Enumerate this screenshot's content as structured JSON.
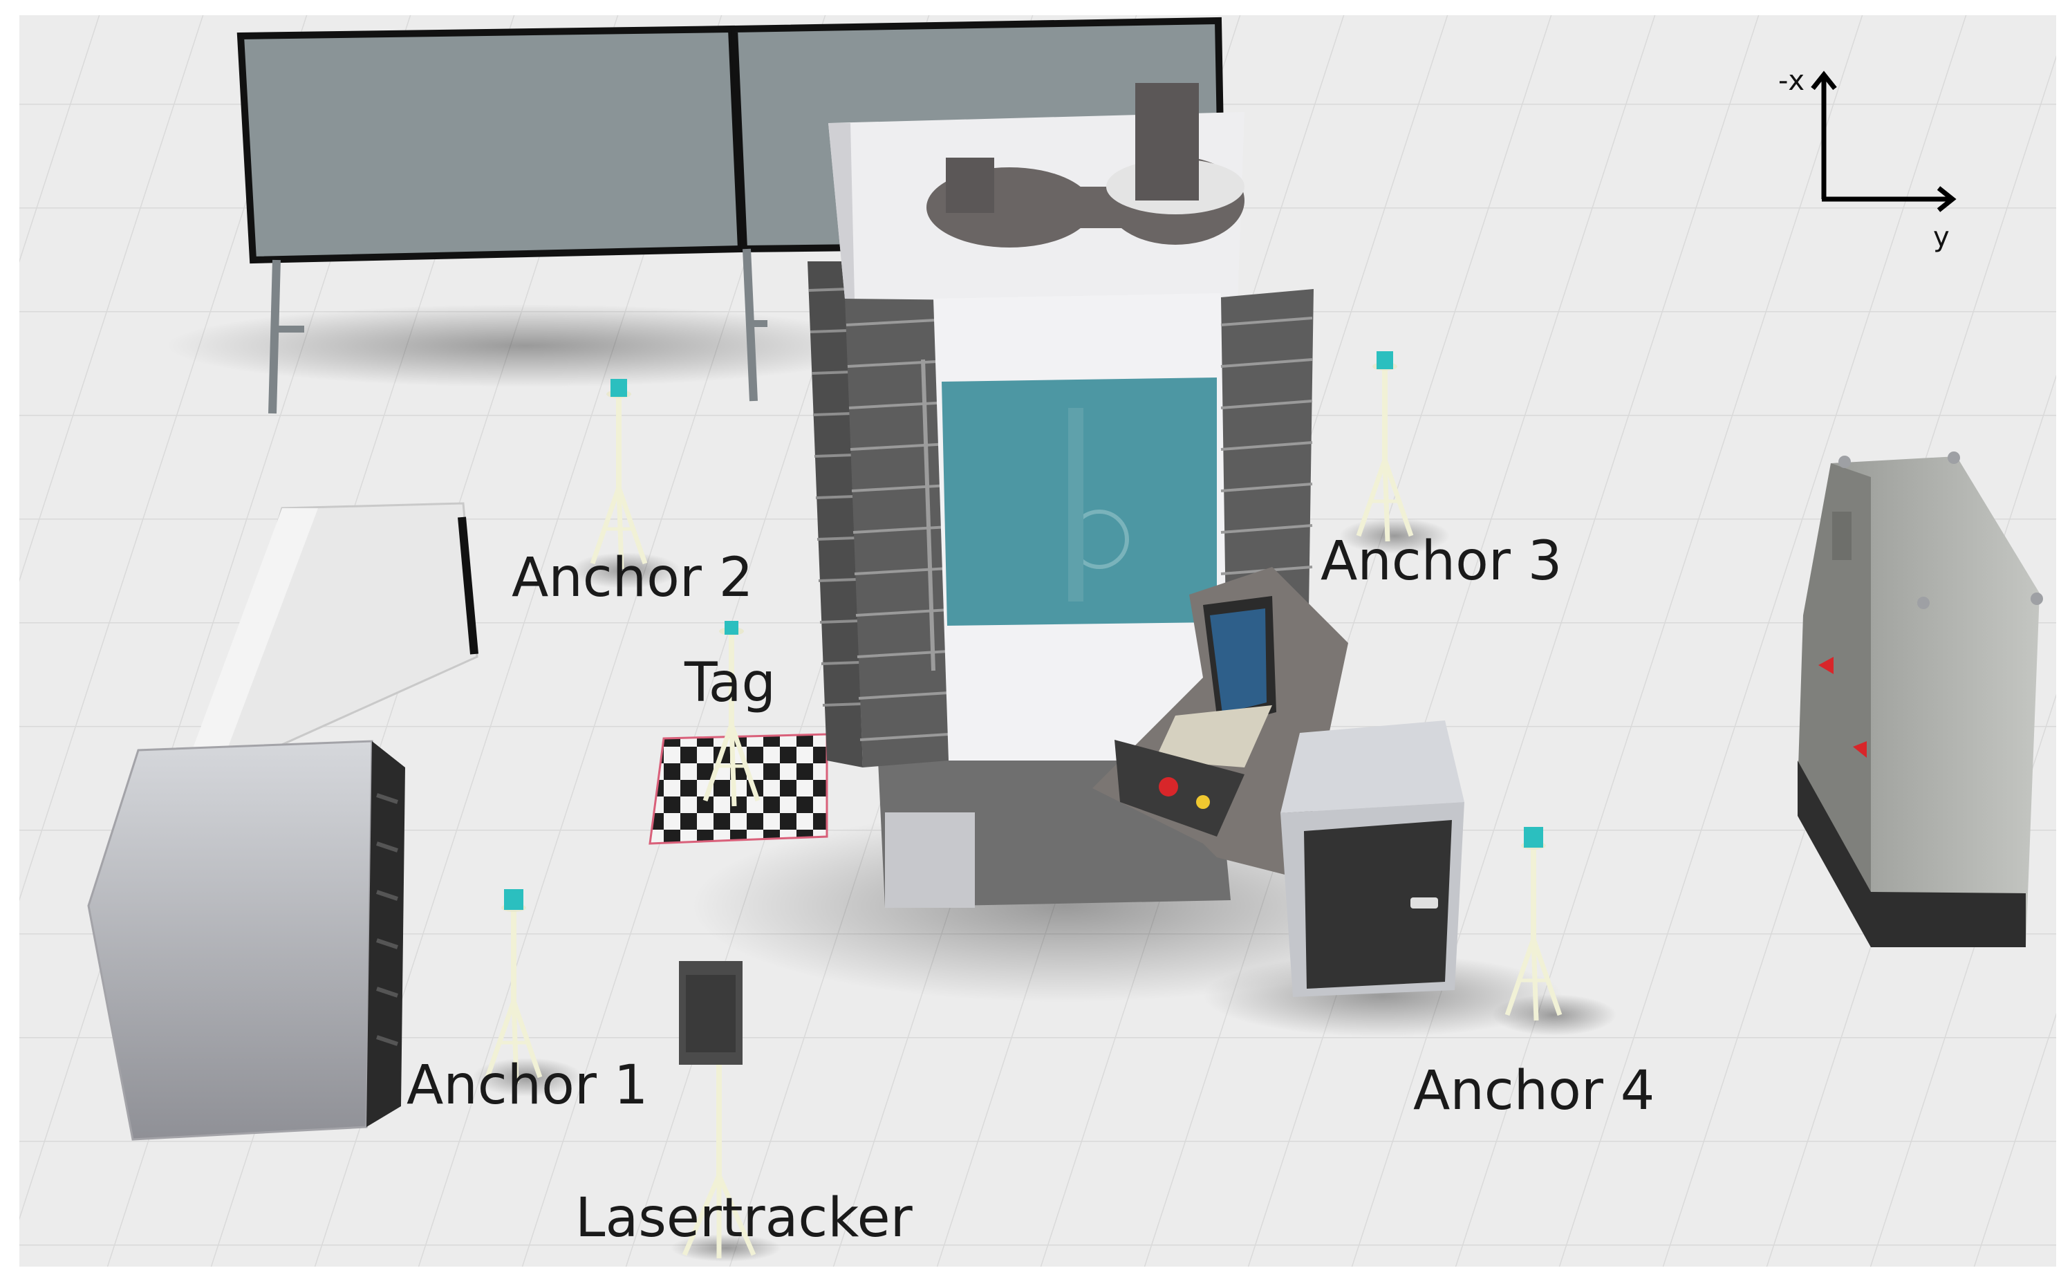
{
  "labels": {
    "anchor1": "Anchor 1",
    "anchor2": "Anchor 2",
    "anchor3": "Anchor 3",
    "anchor4": "Anchor 4",
    "tag": "Tag",
    "lasertracker": "Lasertracker"
  },
  "axes": {
    "x_label": "-x",
    "y_label": "y"
  },
  "colors": {
    "floor": "#ececec",
    "grid": "#d9d9d9",
    "anchor_sensor": "#2bbfbf",
    "tripod": "#f2f2dc",
    "machine_body": "#8e8e8e",
    "machine_window": "#3f8f9b",
    "whiteboard": "#8a9497",
    "cabinet": "#a8aaa6",
    "indicator_red": "#d8262a"
  }
}
